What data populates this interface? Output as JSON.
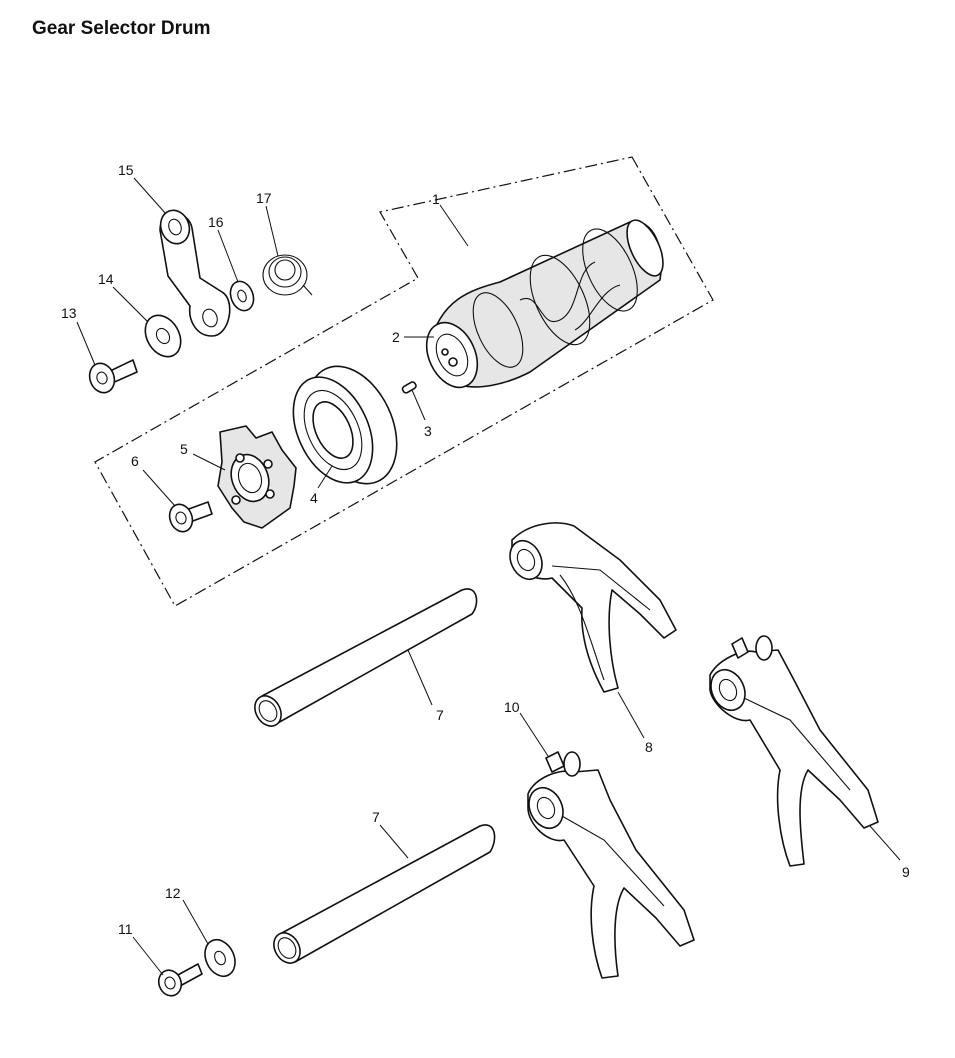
{
  "title": "Gear Selector Drum",
  "labels": {
    "l1": "1",
    "l2": "2",
    "l3": "3",
    "l4": "4",
    "l5": "5",
    "l6": "6",
    "l7a": "7",
    "l7b": "7",
    "l8": "8",
    "l9": "9",
    "l10": "10",
    "l11": "11",
    "l12": "12",
    "l13": "13",
    "l14": "14",
    "l15": "15",
    "l16": "16",
    "l17": "17"
  }
}
